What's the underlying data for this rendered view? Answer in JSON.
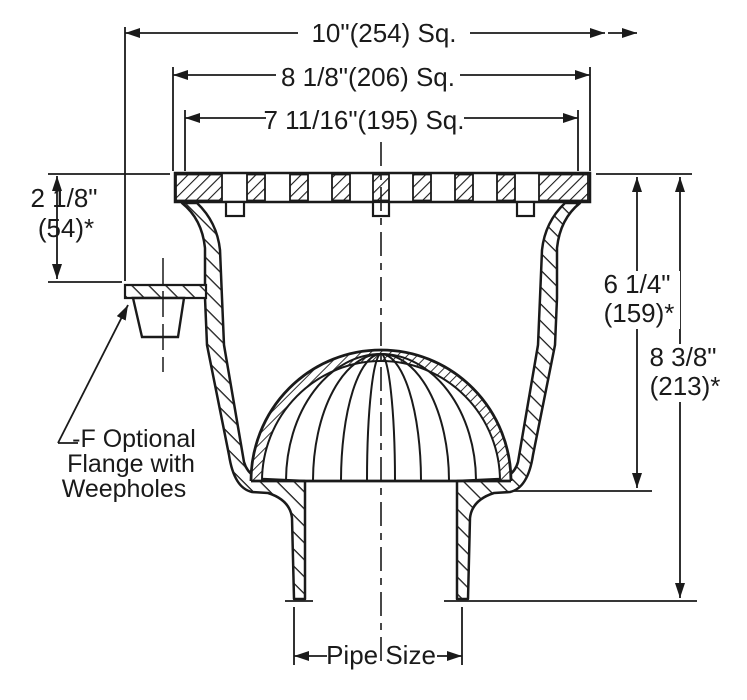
{
  "title": "Floor drain cross-section dimensioned drawing",
  "labels": {
    "dim_top_outer": "10\"(254) Sq.",
    "dim_top_middle": "8 1/8\"(206) Sq.",
    "dim_top_inner": "7 11/16\"(195) Sq.",
    "dim_left_height": {
      "line1": "2 1/8\"",
      "line2": "(54)*"
    },
    "dim_right_inner": {
      "line1": "6 1/4\"",
      "line2": "(159)*"
    },
    "dim_right_outer": {
      "line1": "8 3/8\"",
      "line2": "(213)*"
    },
    "note_flange": {
      "line1": "-F Optional",
      "line2": "Flange with",
      "line3": "Weepholes"
    },
    "dim_pipe": "Pipe Size"
  },
  "colors": {
    "line": "#1a1a1a",
    "background": "#ffffff"
  }
}
